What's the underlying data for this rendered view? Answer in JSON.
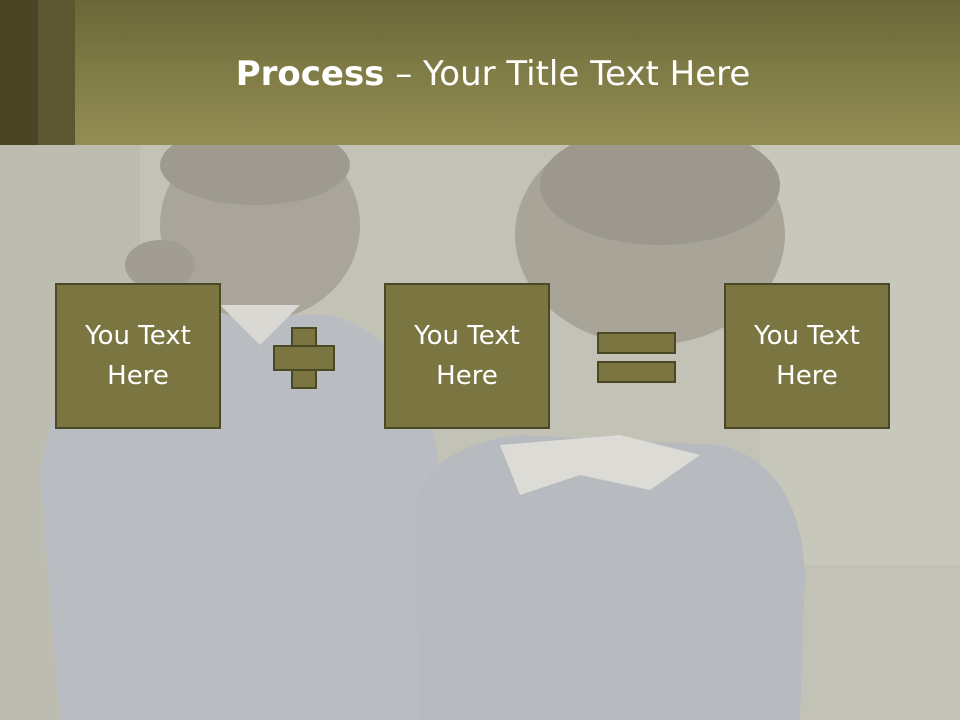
{
  "title": {
    "bold": "Process",
    "rest": " – Your Title Text Here"
  },
  "boxes": [
    {
      "text": "You Text Here"
    },
    {
      "text": "You Text Here"
    },
    {
      "text": "You Text Here"
    }
  ],
  "operators": [
    "plus-icon",
    "equals-icon"
  ],
  "colors": {
    "title_band": "#857f49",
    "box_fill": "#7b7541",
    "box_border": "#4b4826",
    "text": "#ffffff"
  }
}
